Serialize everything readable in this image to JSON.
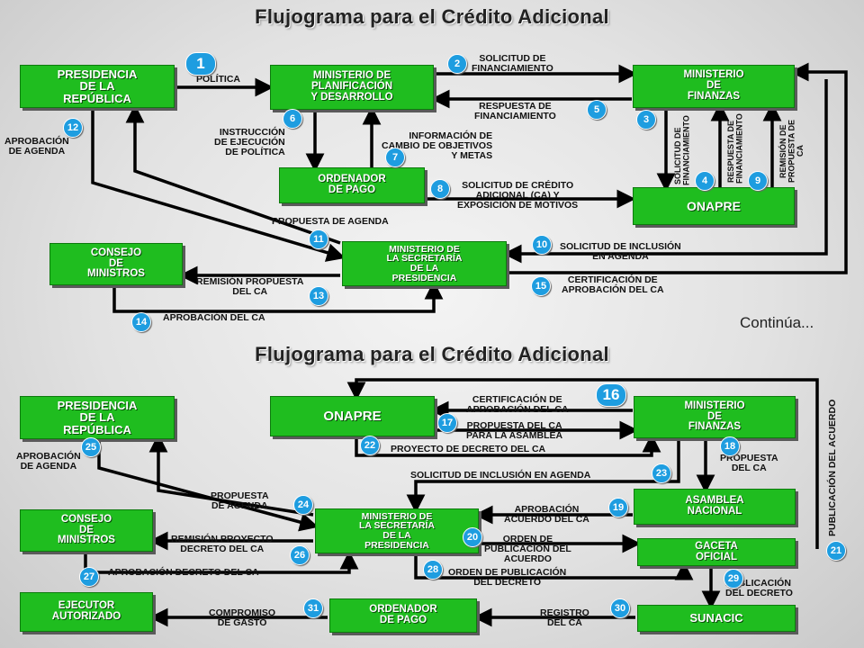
{
  "titles": {
    "top": "Flujograma para el Crédito Adicional",
    "bottom": "Flujograma para el Crédito Adicional",
    "continua": "Continúa..."
  },
  "top": {
    "boxes": {
      "presidencia": "PRESIDENCIA\nDE LA\nREPÚBLICA",
      "ministerio_planificacion": "MINISTERIO DE\nPLANIFICACIÓN\nY DESARROLLO",
      "ministerio_finanzas": "MINISTERIO\nDE\nFINANZAS",
      "ordenador_pago": "ORDENADOR\nDE PAGO",
      "onapre": "ONAPRE",
      "consejo_ministros": "CONSEJO\nDE\nMINISTROS",
      "secretaria": "MINISTERIO DE\nLA SECRETARÍA\nDE LA\nPRESIDENCIA"
    },
    "labels": {
      "politica": "POLÍTICA",
      "solicitud_financiamiento": "SOLICITUD DE\nFINANCIAMIENTO",
      "respuesta_financiamiento": "RESPUESTA DE\nFINANCIAMIENTO",
      "instruccion": "INSTRUCCIÓN\nDE EJECUCIÓN\nDE POLÍTICA",
      "informacion_cambio": "INFORMACIÓN DE\nCAMBIO DE OBJETIVOS\nY METAS",
      "aprobacion_agenda": "APROBACIÓN\nDE AGENDA",
      "solicitud_credito": "SOLICITUD DE CRÉDITO\nADICIONAL (CA) Y\nEXPOSICIÓN DE MOTIVOS",
      "propuesta_agenda": "PROPUESTA DE AGENDA",
      "solicitud_inclusion": "SOLICITUD DE INCLUSIÓN\nEN AGENDA",
      "remision_propuesta": "REMISIÓN PROPUESTA\nDEL CA",
      "certificacion": "CERTIFICACIÓN DE\nAPROBACIÓN DEL CA",
      "aprobacion_ca": "APROBACIÓN DEL CA",
      "v_solicitud_fin": "SOLICITUD DE\nFINANCIAMIENTO",
      "v_respuesta_fin": "RESPUESTA DE\nFINANCIAMIENTO",
      "v_remision_ca": "REMISIÓN DE\nPROPUESTA DE CA"
    },
    "numbers": [
      "1",
      "2",
      "3",
      "4",
      "5",
      "6",
      "7",
      "8",
      "9",
      "10",
      "11",
      "12",
      "13",
      "14",
      "15"
    ]
  },
  "bottom": {
    "boxes": {
      "presidencia": "PRESIDENCIA\nDE LA\nREPÚBLICA",
      "onapre": "ONAPRE",
      "ministerio_finanzas": "MINISTERIO\nDE\nFINANZAS",
      "asamblea": "ASAMBLEA\nNACIONAL",
      "consejo_ministros": "CONSEJO\nDE\nMINISTROS",
      "secretaria": "MINISTERIO DE\nLA SECRETARÍA\nDE LA\nPRESIDENCIA",
      "gaceta": "GACETA\nOFICIAL",
      "ejecutor": "EJECUTOR\nAUTORIZADO",
      "ordenador_pago": "ORDENADOR\nDE PAGO",
      "sunacic": "SUNACIC"
    },
    "labels": {
      "certificacion": "CERTIFICACIÓN DE\nAPROBACIÓN DEL CA",
      "propuesta_asamblea": "PROPUESTA DEL CA\nPARA LA ASAMBLEA",
      "proyecto_decreto": "PROYECTO DE DECRETO DEL CA",
      "aprobacion_agenda": "APROBACIÓN\nDE AGENDA",
      "propuesta_ca": "PROPUESTA\nDEL CA",
      "solicitud_inclusion": "SOLICITUD DE INCLUSIÓN EN AGENDA",
      "propuesta_agenda": "PROPUESTA\nDE AGENDA",
      "aprobacion_acuerdo": "APROBACIÓN\nACUERDO DEL CA",
      "remision_proyecto": "REMISIÓN PROYECTO\nDECRETO DEL CA",
      "orden_publicacion_acuerdo": "ORDEN DE\nPUBLICACIÓN DEL\nACUERDO",
      "aprobacion_decreto": "APROBACIÓN DECRETO DEL CA",
      "orden_publicacion_decreto": "ORDEN DE PUBLICACIÓN\nDEL DECRETO",
      "publicacion_decreto": "PUBLICACIÓN\nDEL DECRETO",
      "compromiso_gasto": "COMPROMISO\nDE GASTO",
      "registro_ca": "REGISTRO\nDEL CA",
      "v_publicacion_acuerdo": "PUBLICACIÓN DEL ACUERDO"
    },
    "numbers": [
      "16",
      "17",
      "18",
      "19",
      "20",
      "21",
      "22",
      "23",
      "24",
      "25",
      "26",
      "27",
      "28",
      "29",
      "30",
      "31"
    ]
  }
}
